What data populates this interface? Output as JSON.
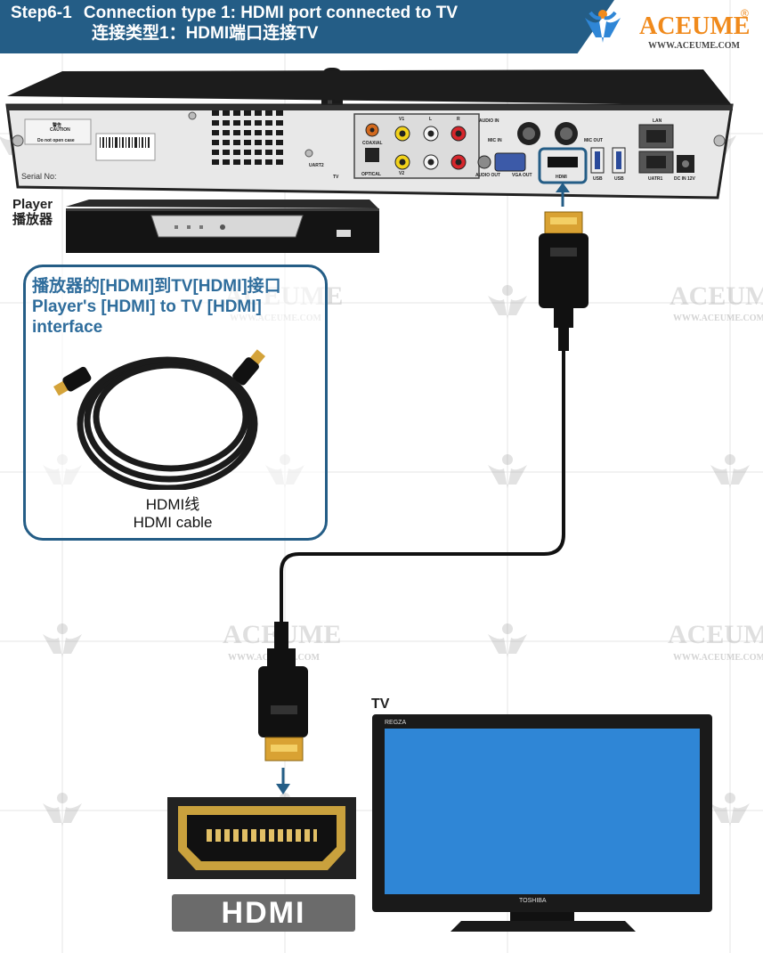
{
  "header": {
    "step": "Step6-1",
    "title_en": "Connection type 1: HDMI port connected to TV",
    "title_cn": "连接类型1：HDMI端口连接TV"
  },
  "brand": {
    "name": "ACEUME",
    "reg": "®",
    "url": "WWW.ACEUME.COM"
  },
  "watermark": {
    "text": "ACEUME",
    "url": "WWW.ACEUME.COM"
  },
  "player": {
    "label_en": "Player",
    "label_cn": "播放器",
    "serial_label": "Serial No:",
    "caution_title": "警告",
    "caution_en": "CAUTION",
    "caution_note": "Do not open case",
    "ports": {
      "coaxial": "COAXIAL",
      "optical": "OPTICAL",
      "uart2": "UART2",
      "tv": "TV",
      "v1": "V1",
      "v2": "V2",
      "l": "L",
      "r": "R",
      "audio_in": "AUDIO IN",
      "mic_in": "MIC IN",
      "mic_out": "MIC OUT",
      "audio_out": "AUDIO OUT",
      "vga_out": "VGA OUT",
      "hdmi": "HDMI",
      "usb1": "USB",
      "usb2": "USB",
      "lan": "LAN",
      "uatr1": "UATR1",
      "dc": "DC IN 12V"
    }
  },
  "info_box": {
    "line1": "播放器的[HDMI]到TV[HDMI]接口",
    "line2": "Player's [HDMI] to TV [HDMI]",
    "line3": "interface",
    "cable_cn": "HDMI线",
    "cable_en": "HDMI cable"
  },
  "tv": {
    "label": "TV",
    "brand_top": "REGZA",
    "brand_bottom": "TOSHIBA",
    "port_label": "HDMI"
  },
  "colors": {
    "banner": "#245d86",
    "accent_blue": "#2f6d9c",
    "brand_orange": "#f08a1c",
    "screen_blue": "#2f86d6"
  }
}
